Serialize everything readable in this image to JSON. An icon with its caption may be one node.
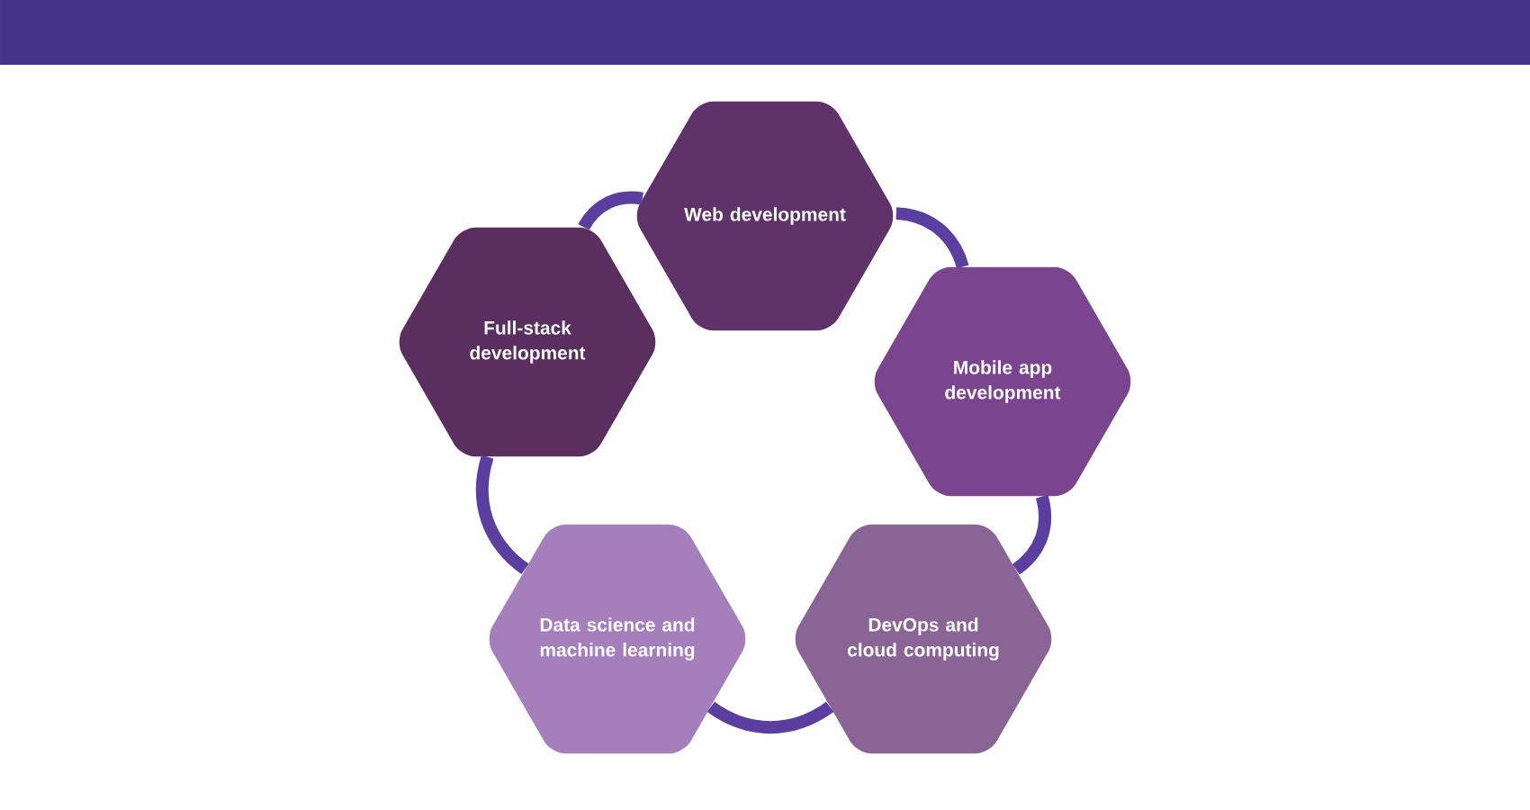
{
  "diagram": {
    "nodes": [
      {
        "text": [
          "Web development"
        ]
      },
      {
        "text": [
          "Full-stack development"
        ]
      },
      {
        "text": [
          "Mobile app development"
        ]
      },
      {
        "text": [
          "Data science and machine learning"
        ]
      },
      {
        "text": [
          "DevOps and cloud computing"
        ]
      }
    ],
    "edges": [
      {
        "from": 0,
        "to": 2,
        "arrow": "none"
      },
      {
        "from": 2,
        "to": 4,
        "arrow": "none"
      },
      {
        "from": 4,
        "to": 3,
        "arrow": "none"
      },
      {
        "from": 3,
        "to": 1,
        "arrow": "none"
      },
      {
        "from": 1,
        "to": 0,
        "arrow": "none"
      }
    ]
  }
}
